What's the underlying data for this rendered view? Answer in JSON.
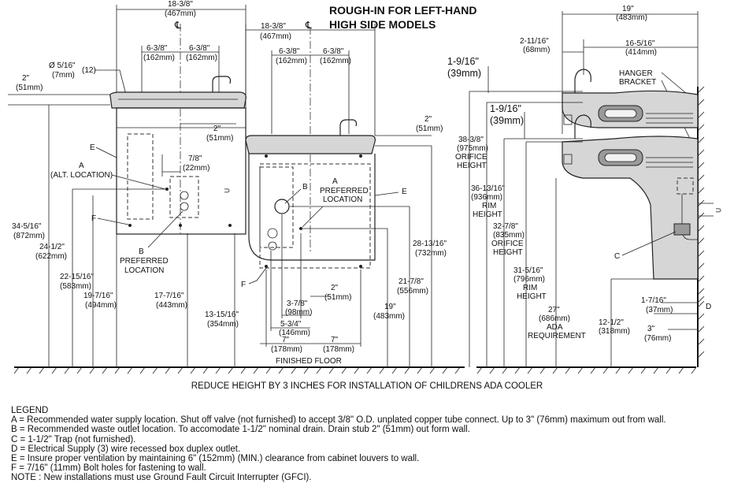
{
  "title_line1": "ROUGH-IN FOR LEFT-HAND",
  "title_line2": "HIGH SIDE MODELS",
  "centerline_symbol": "℄",
  "front_view": {
    "overall_width": "18-3/8\"",
    "overall_width_mm": "(467mm)",
    "width2": "18-3/8\"",
    "width2_mm": "(467mm)",
    "half_left": "6-3/8\"",
    "half_left_mm": "(162mm)",
    "half_right": "6-3/8\"",
    "half_right_mm": "(162mm)",
    "half_left2": "6-3/8\"",
    "half_left2_mm": "(162mm)",
    "half_right2": "6-3/8\"",
    "half_right2_mm": "(162mm)",
    "hole_dia": "Ø 5/16\"",
    "hole_dia_mm": "(7mm)",
    "hole_count": "(12)",
    "top_offset": "2\"",
    "top_offset_mm": "(51mm)",
    "offset_2_mid": "2\"",
    "offset_2_mid_mm": "(51mm)",
    "offset_2_right": "2\"",
    "offset_2_right_mm": "(51mm)",
    "offset_78": "7/8\"",
    "offset_78_mm": "(22mm)",
    "label_a_alt1": "A",
    "label_a_alt2": "(ALT. LOCATION)",
    "label_b1": "B",
    "label_b2": "PREFERRED",
    "label_b3": "LOCATION",
    "label_b_right": "B",
    "label_a_pref1": "A",
    "label_a_pref2": "PREFERRED",
    "label_a_pref3": "LOCATION",
    "label_e_left": "E",
    "label_e_right": "E",
    "label_f_left": "F",
    "label_f_bottom": "F",
    "h_34516": "34-5/16\"",
    "h_34516_mm": "(872mm)",
    "h_2412": "24-1/2\"",
    "h_2412_mm": "(622mm)",
    "h_221516": "22-15/16\"",
    "h_221516_mm": "(583mm)",
    "h_19716": "19-7/16\"",
    "h_19716_mm": "(494mm)",
    "h_17716": "17-7/16\"",
    "h_17716_mm": "(443mm)",
    "h_131516": "13-15/16\"",
    "h_131516_mm": "(354mm)",
    "h_281316": "28-13/16\"",
    "h_281316_mm": "(732mm)",
    "h_2178": "21-7/8\"",
    "h_2178_mm": "(556mm)",
    "h_19": "19\"",
    "h_19_mm": "(483mm)",
    "w_378": "3-7/8\"",
    "w_378_mm": "(98mm)",
    "w_2": "2\"",
    "w_2_mm": "(51mm)",
    "w_534": "5-3/4\"",
    "w_534_mm": "(146mm)",
    "w_7a": "7\"",
    "w_7a_mm": "(178mm)",
    "w_7b": "7\"",
    "w_7b_mm": "(178mm)",
    "finished_floor": "FINISHED FLOOR"
  },
  "side_view": {
    "depth": "19\"",
    "depth_mm": "(483mm)",
    "d_211_16": "2-11/16\"",
    "d_211_16_mm": "(68mm)",
    "d_16516": "16-5/16\"",
    "d_16516_mm": "(414mm)",
    "hanger1": "HANGER",
    "hanger2": "BRACKET",
    "big_1916_a": "1-9/16\"",
    "big_1916_a_mm": "(39mm)",
    "big_1916_b": "1-9/16\"",
    "big_1916_b_mm": "(39mm)",
    "h_3838": "38-3/8\"",
    "h_3838_mm": "(975mm)",
    "h_3838_l1": "ORIFICE",
    "h_3838_l2": "HEIGHT",
    "h_361316": "36-13/16\"",
    "h_361316_mm": "(936mm)",
    "h_361316_l1": "RIM",
    "h_361316_l2": "HEIGHT",
    "h_3278": "32-7/8\"",
    "h_3278_mm": "(835mm)",
    "h_3278_l1": "ORIFICE",
    "h_3278_l2": "HEIGHT",
    "h_31516": "31-5/16\"",
    "h_31516_mm": "(796mm)",
    "h_31516_l1": "RIM",
    "h_31516_l2": "HEIGHT",
    "h_27": "27\"",
    "h_27_mm": "(686mm)",
    "h_27_l1": "ADA",
    "h_27_l2": "REQUIREMENT",
    "h_1212": "12-1/2\"",
    "h_1212_mm": "(318mm)",
    "h_1716": "1-7/16\"",
    "h_1716_mm": "(37mm)",
    "h_3": "3\"",
    "h_3_mm": "(76mm)",
    "label_c": "C",
    "label_d": "D"
  },
  "footnote": "REDUCE HEIGHT BY 3 INCHES FOR INSTALLATION OF CHILDRENS ADA COOLER",
  "legend": {
    "heading": "LEGEND",
    "a": "A = Recommended water supply location. Shut off valve (not furnished) to accept 3/8\" O.D. unplated copper tube connect. Up to 3\" (76mm) maximum out from wall.",
    "b": "B = Recommended waste outlet location. To accomodate 1-1/2\" nominal drain. Drain stub 2\" (51mm) out form wall.",
    "c": "C = 1-1/2\" Trap (not furnished).",
    "d": "D = Electrical Supply (3) wire recessed box duplex outlet.",
    "e": "E = Insure proper ventilation by maintaining 6\" (152mm) (MIN.) clearance from cabinet louvers to wall.",
    "f": "F = 7/16\" (11mm) Bolt holes for fastening to wall.",
    "note": "NOTE : New installations must use Ground Fault Circuit Interrupter (GFCI)."
  }
}
